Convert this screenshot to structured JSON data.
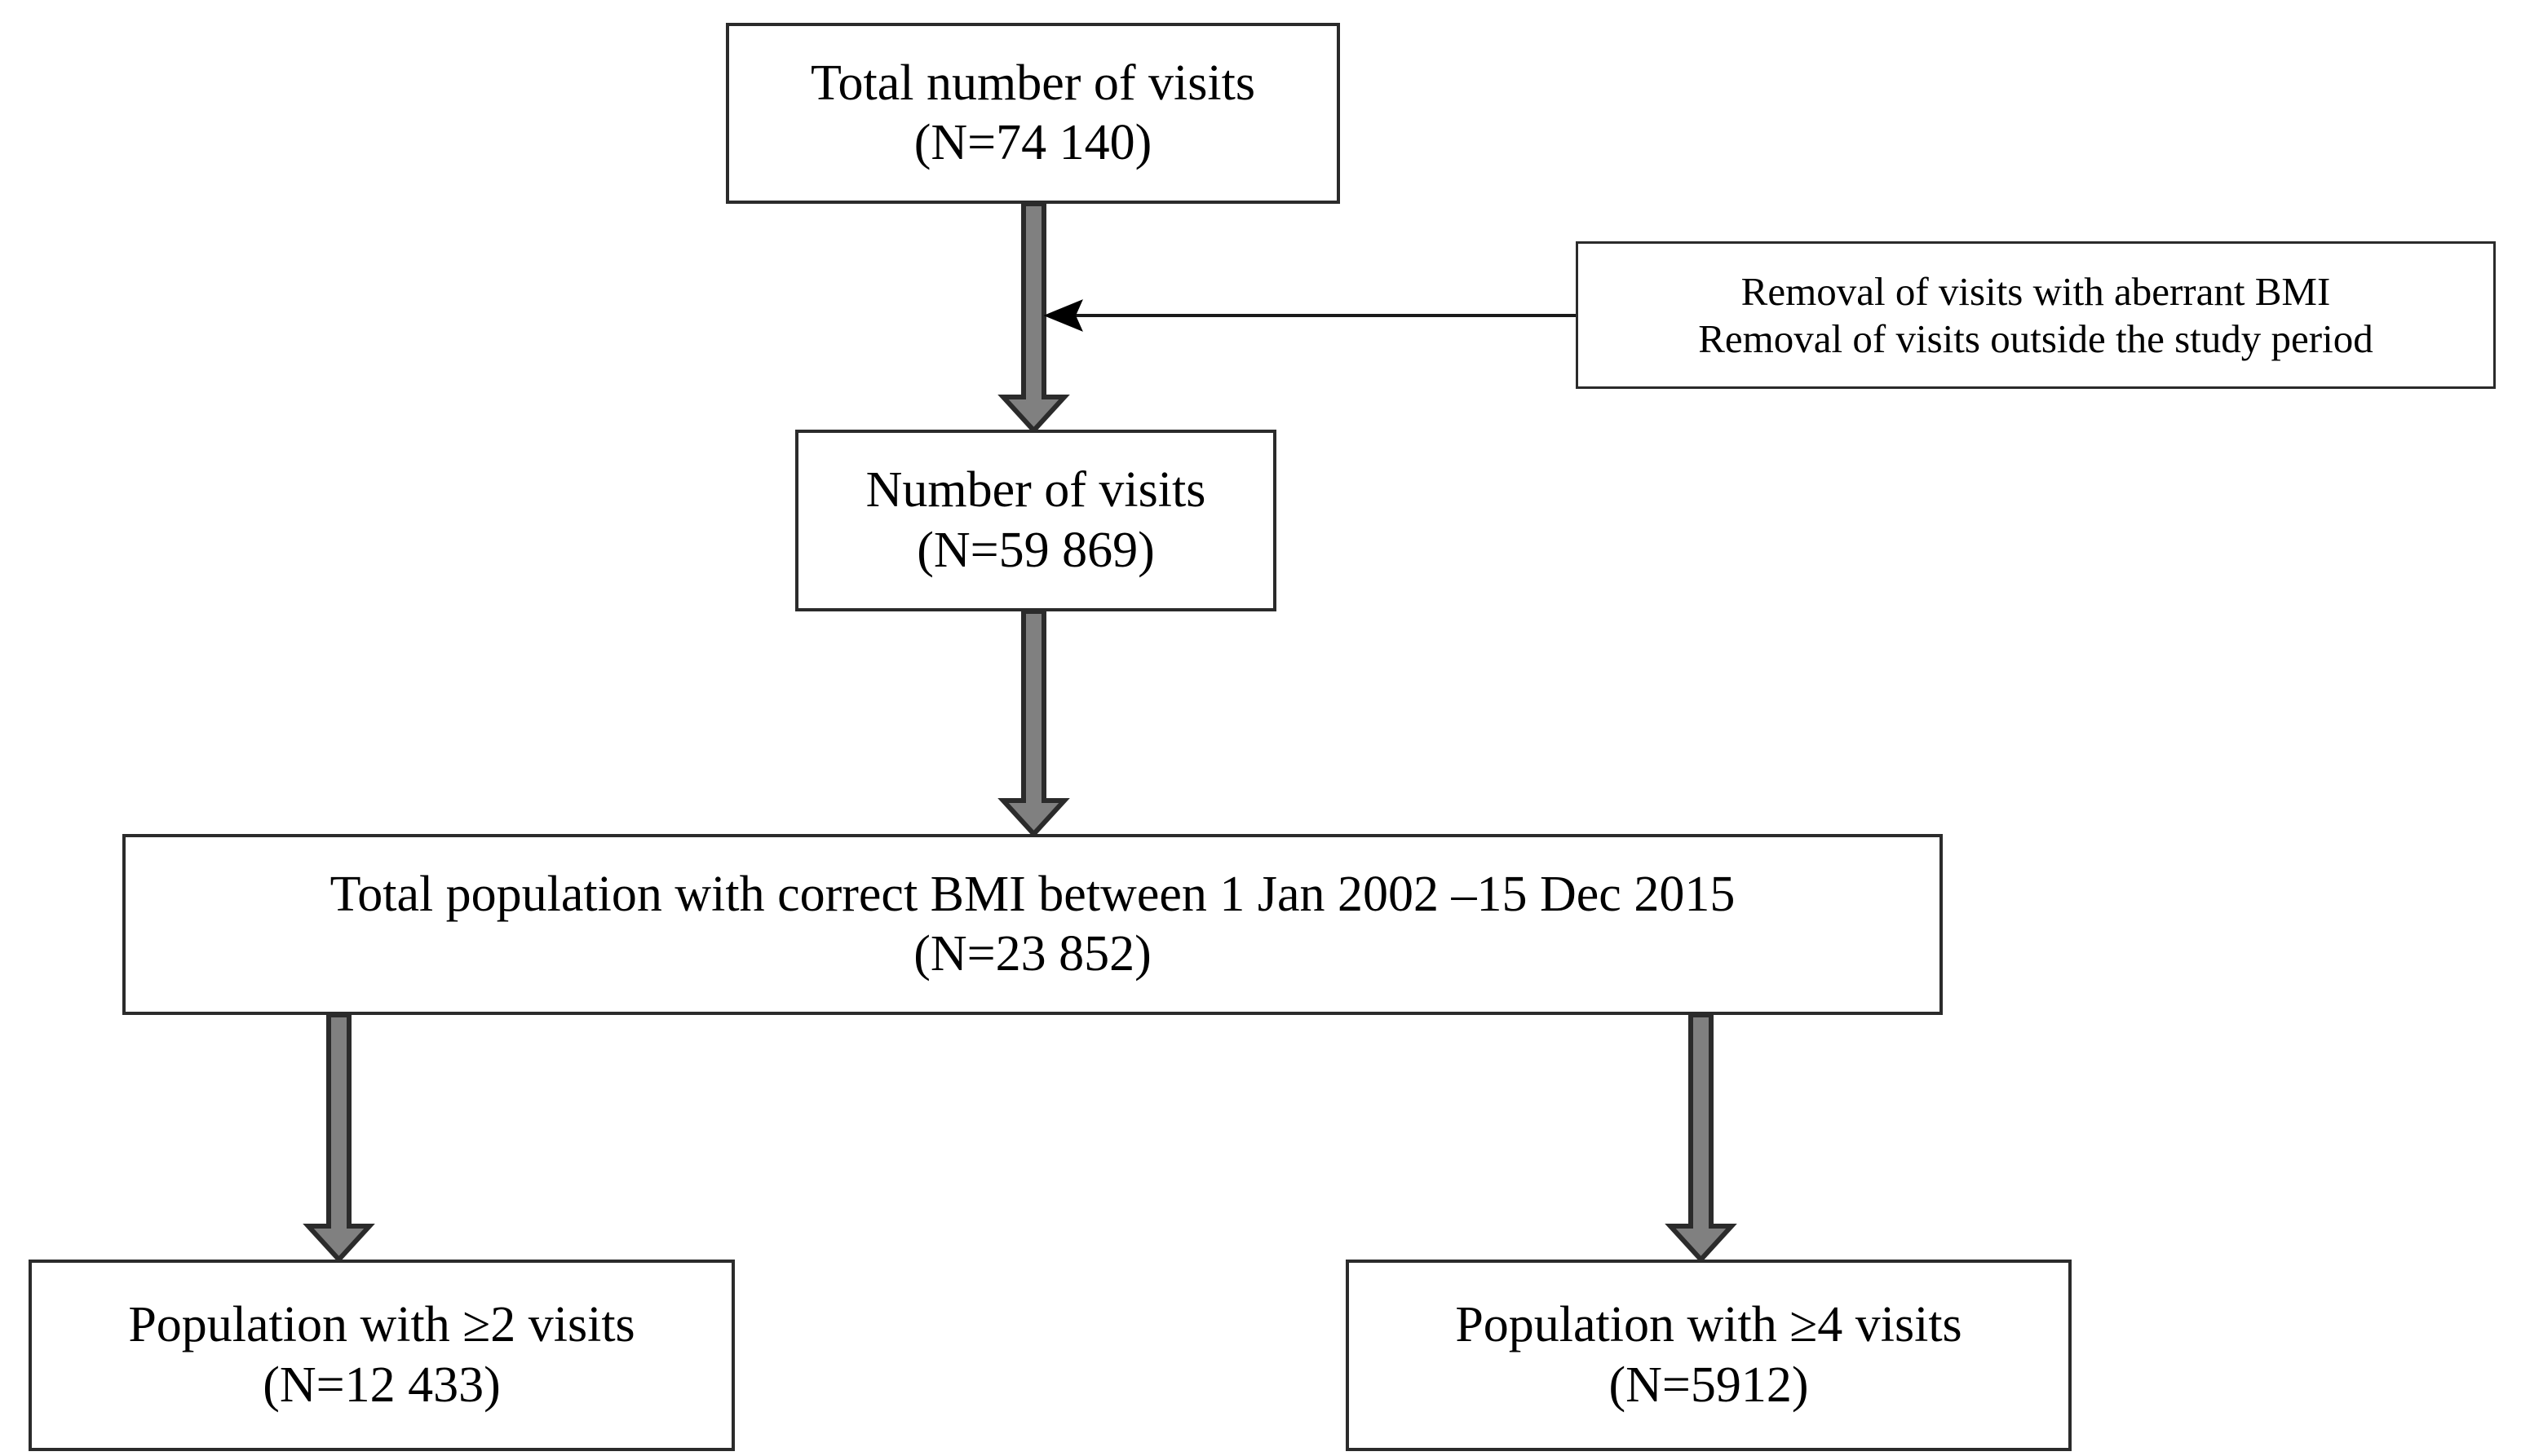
{
  "diagram": {
    "title": "Study population flow diagram",
    "colors": {
      "box_border": "#2b2b2b",
      "box_fill": "#ffffff",
      "arrow_fill": "#808080",
      "arrow_stroke": "#2b2b2b",
      "exclusion_line": "#1a1a1a",
      "text": "#000000"
    },
    "boxes": {
      "total_visits": {
        "line1": "Total number of visits",
        "line2": "(N=74 140)"
      },
      "exclusions": {
        "line1": "Removal of visits with aberrant BMI",
        "line2": "Removal of visits outside the study period"
      },
      "number_visits": {
        "line1": "Number of visits",
        "line2": "(N=59 869)"
      },
      "total_population": {
        "line1": "Total population with correct BMI between 1 Jan 2002 –15 Dec 2015",
        "line2": "(N=23 852)"
      },
      "pop_2_visits": {
        "line1": "Population with ≥2 visits",
        "line2": "(N=12 433)"
      },
      "pop_4_visits": {
        "line1": "Population with ≥4 visits",
        "line2": "(N=5912)"
      }
    },
    "connectors": [
      {
        "name": "total-visits-to-number-visits",
        "kind": "block-arrow",
        "direction": "down",
        "from": "total_visits",
        "to": "number_visits"
      },
      {
        "name": "exclusions-to-main-flow",
        "kind": "thin-arrow",
        "direction": "left",
        "from": "exclusions",
        "to": "total-visits-to-number-visits"
      },
      {
        "name": "number-visits-to-total-population",
        "kind": "block-arrow",
        "direction": "down",
        "from": "number_visits",
        "to": "total_population"
      },
      {
        "name": "total-population-to-pop-2-visits",
        "kind": "block-arrow",
        "direction": "down",
        "from": "total_population",
        "to": "pop_2_visits"
      },
      {
        "name": "total-population-to-pop-4-visits",
        "kind": "block-arrow",
        "direction": "down",
        "from": "total_population",
        "to": "pop_4_visits"
      }
    ]
  }
}
